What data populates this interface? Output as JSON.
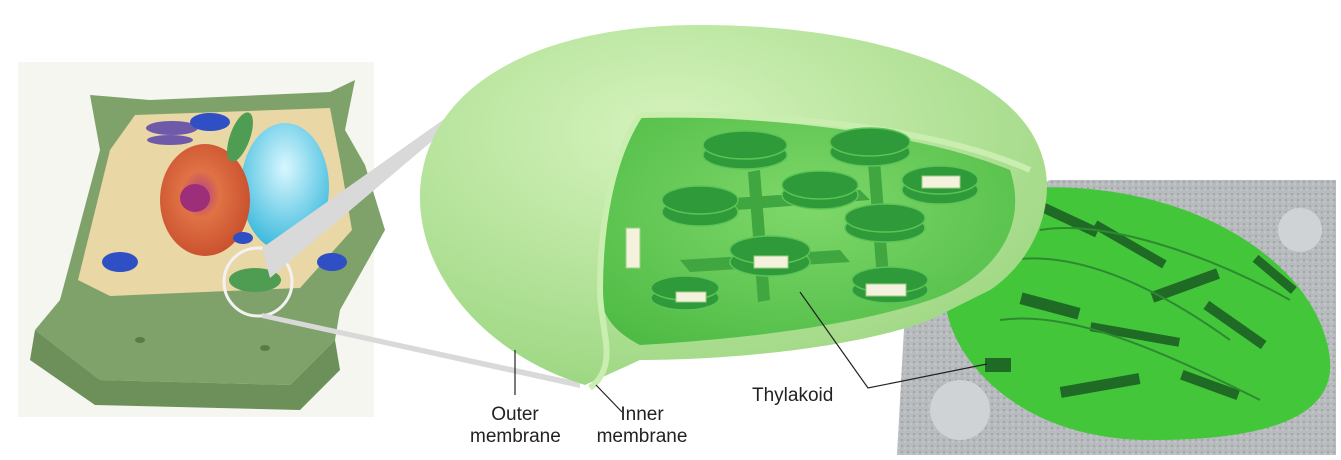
{
  "labels": {
    "outer_membrane": [
      "Outer",
      "membrane"
    ],
    "inner_membrane": [
      "Inner",
      "membrane"
    ],
    "thylakoid": "Thylakoid"
  },
  "colors": {
    "chloroplast_outer": "#b9e59a",
    "chloroplast_inner": "#72d05f",
    "thylakoid_dark": "#2f9a3a",
    "thylakoid_light": "#5cc456",
    "cell_wall": "#7fa26a",
    "nucleus": "#d8643a",
    "vacuole": "#5ccfe6",
    "micrograph_bg": "#bfc3c6",
    "micrograph_green": "#44c63a"
  },
  "icons": {
    "plant_cell": "plant-cell-illustration",
    "chloroplast": "chloroplast-cutaway",
    "micrograph": "electron-micrograph"
  }
}
